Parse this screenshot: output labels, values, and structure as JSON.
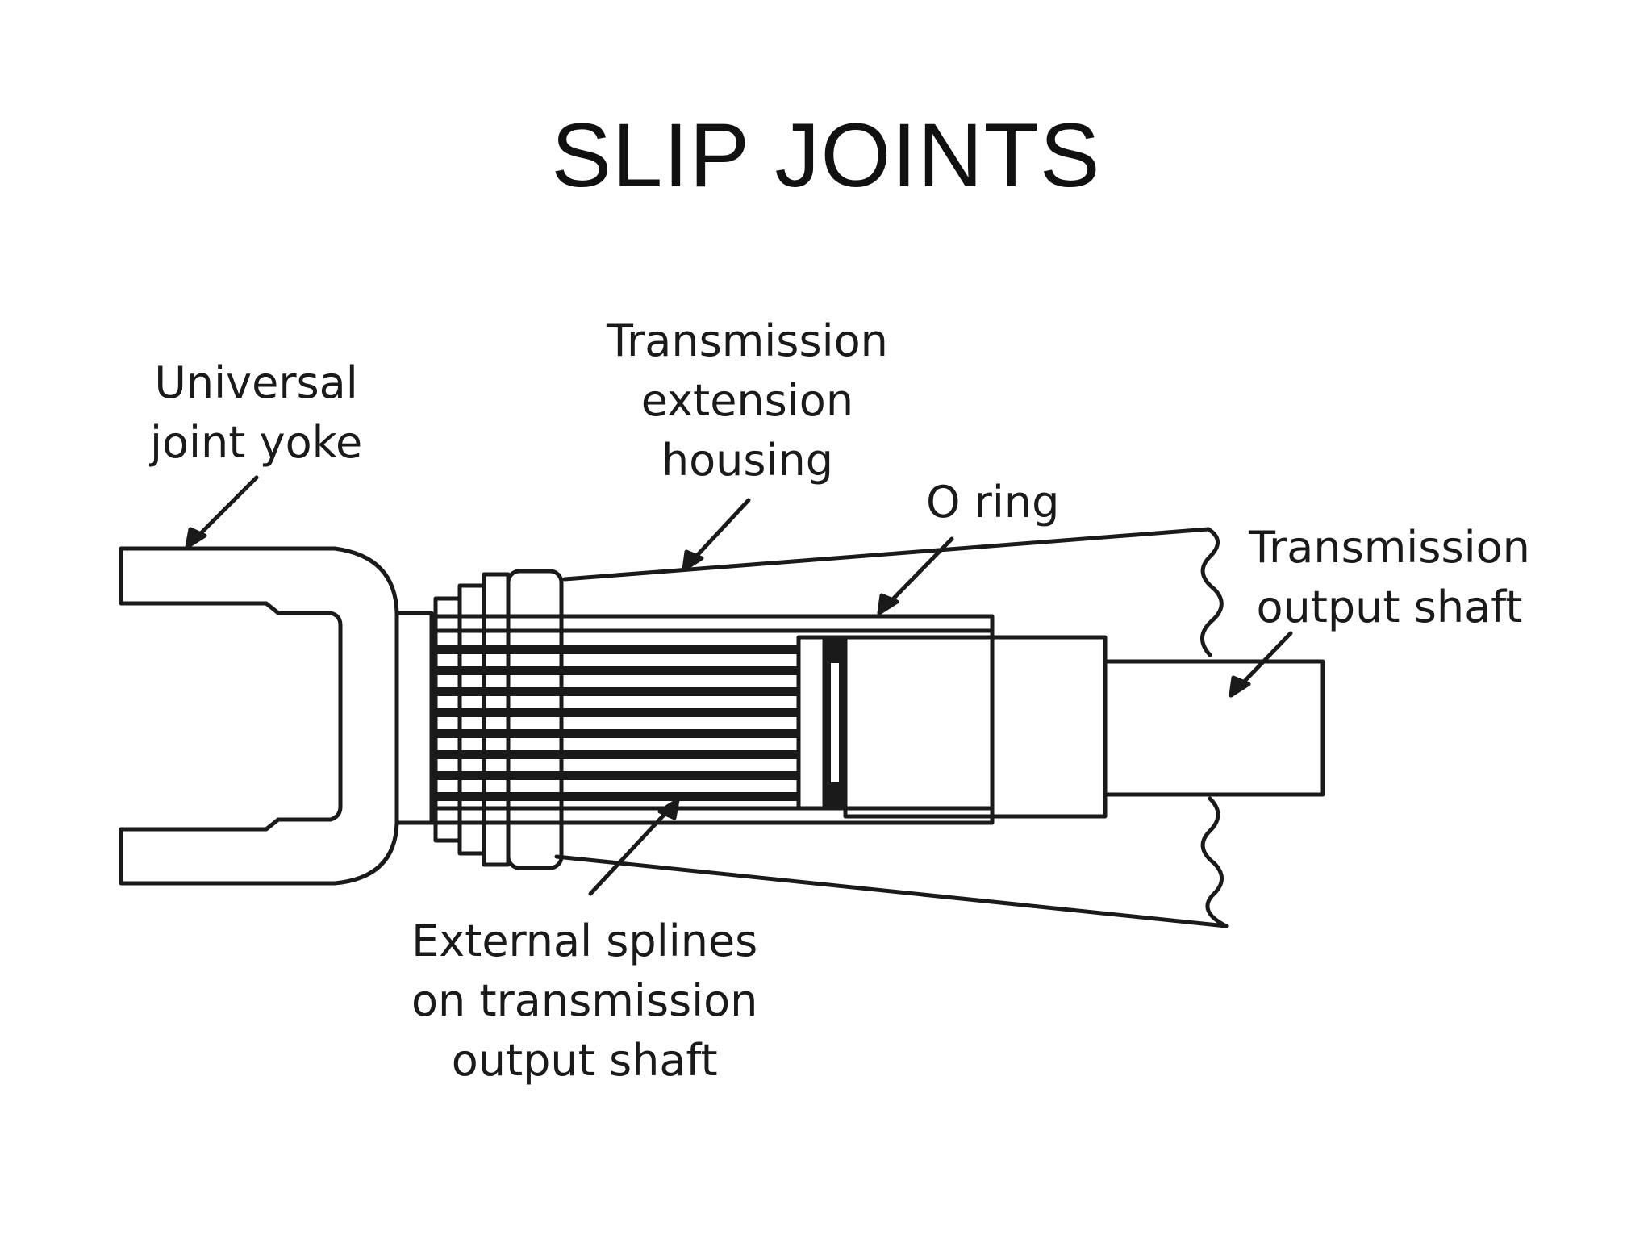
{
  "title": "SLIP JOINTS",
  "colors": {
    "ink": "#1a1a1a",
    "background": "#ffffff"
  },
  "labels": {
    "universal_joint_yoke": [
      "Universal",
      "joint yoke"
    ],
    "transmission_extension_housing": [
      "Transmission",
      "extension",
      "housing"
    ],
    "o_ring": [
      "O ring"
    ],
    "transmission_output_shaft": [
      "Transmission",
      "output shaft"
    ],
    "external_splines": [
      "External splines",
      "on transmission",
      "output shaft"
    ]
  }
}
